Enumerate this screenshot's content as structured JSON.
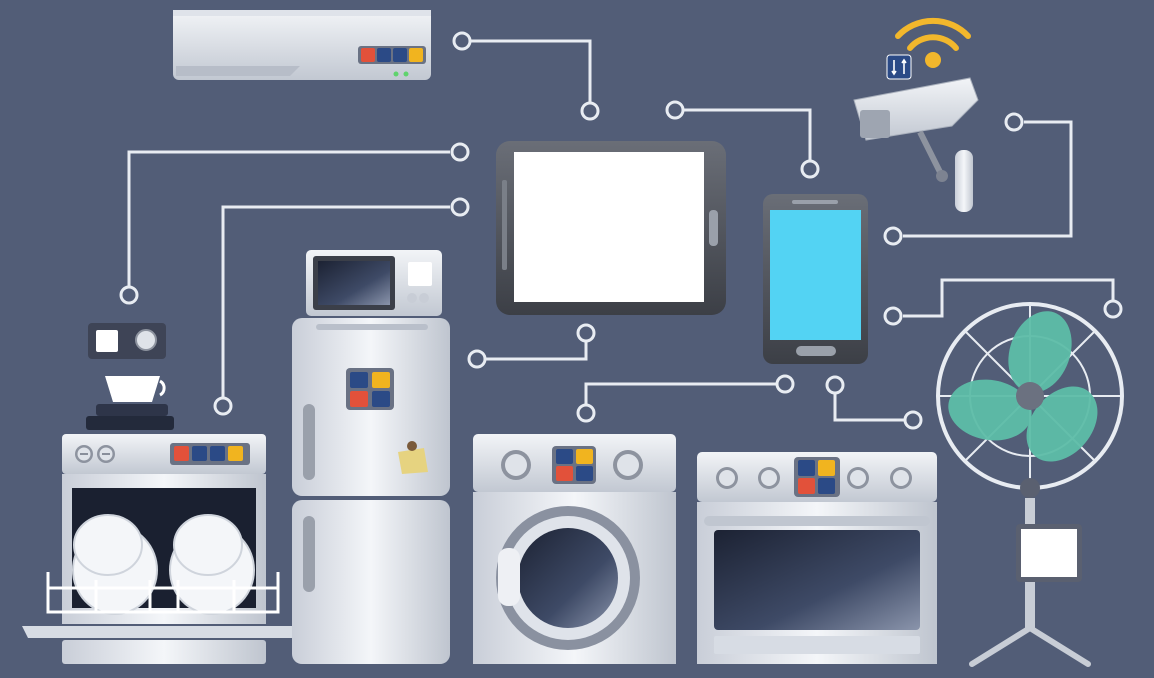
{
  "scene": {
    "background": "#525d77",
    "connector_color": "#e8ecf2",
    "screen_color": "#ffffff",
    "phone_screen_color": "#53d3f3",
    "fan_blade_color": "#5dbda8",
    "wifi_color": "#f2b72c",
    "icon_colors": {
      "power": "#e2513a",
      "sync": "#2b4a86",
      "settings": "#2b4a86",
      "wifi": "#f1b41f"
    }
  },
  "devices": [
    {
      "id": "air-conditioner",
      "icons": [
        "power-icon",
        "sync-icon",
        "settings-icon",
        "wifi-icon"
      ]
    },
    {
      "id": "security-camera",
      "icons": [
        "wifi-icon",
        "sync-icon"
      ]
    },
    {
      "id": "tablet",
      "icons": []
    },
    {
      "id": "smartphone",
      "icons": []
    },
    {
      "id": "coffee-machine",
      "icons": [
        "home-icon",
        "wifi-icon"
      ]
    },
    {
      "id": "microwave",
      "icons": [
        "settings-icon",
        "wifi-icon",
        "power-icon"
      ]
    },
    {
      "id": "refrigerator",
      "icons": [
        "settings-icon",
        "wifi-icon",
        "power-icon",
        "sync-icon"
      ]
    },
    {
      "id": "dishwasher",
      "icons": [
        "power-icon",
        "settings-icon",
        "settings-icon",
        "wifi-icon"
      ]
    },
    {
      "id": "washing-machine",
      "icons": [
        "settings-icon",
        "wifi-icon",
        "power-icon",
        "sync-icon"
      ]
    },
    {
      "id": "oven",
      "icons": [
        "settings-icon",
        "wifi-icon",
        "power-icon",
        "sync-icon"
      ]
    },
    {
      "id": "electric-fan",
      "icons": []
    }
  ]
}
